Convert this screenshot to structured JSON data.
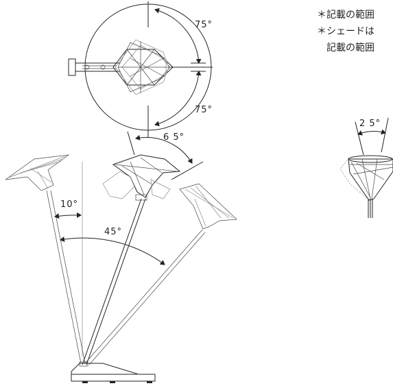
{
  "notes": {
    "line1": "＊記載の範囲",
    "line2": "＊シェードは",
    "line3": "記載の範囲"
  },
  "angles": {
    "top_upper": "75°",
    "top_lower": "75°",
    "tilt_back": "6 5°",
    "tilt_left": "10°",
    "tilt_right": "45°",
    "shade_rotate": "2 5°"
  }
}
